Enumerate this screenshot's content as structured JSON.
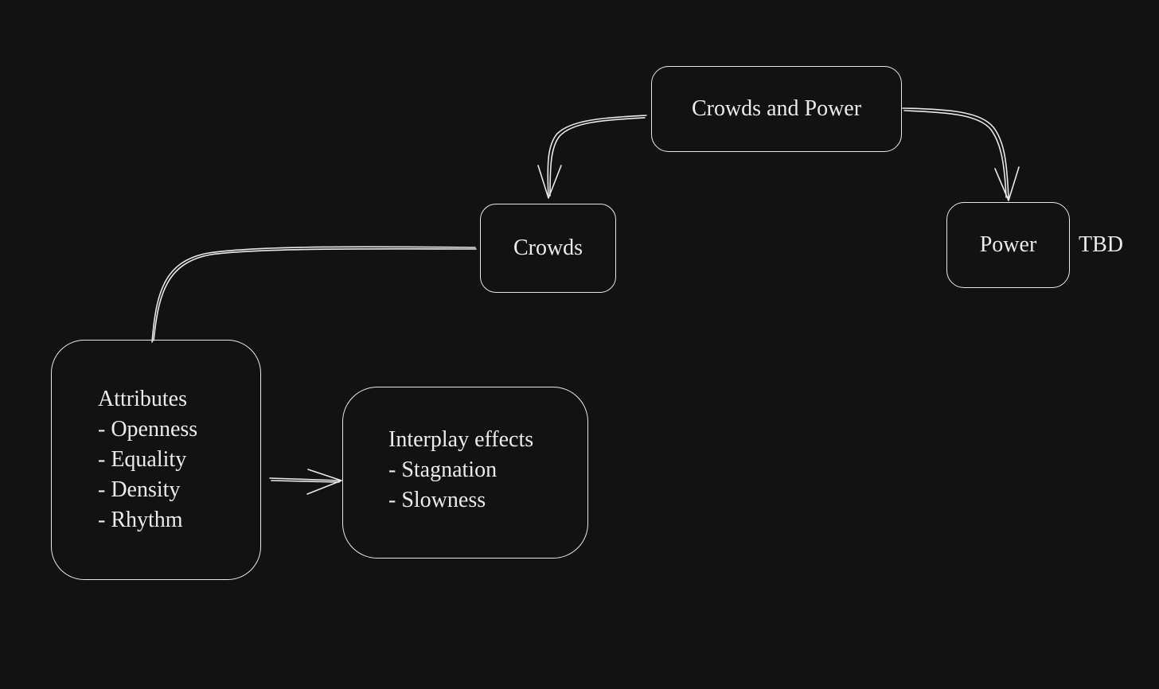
{
  "diagram": {
    "background_color": "#121212",
    "stroke_color": "#e8e8e8",
    "text_color": "#ececec",
    "nodes": {
      "root": {
        "label": "Crowds and Power"
      },
      "crowds": {
        "label": "Crowds"
      },
      "power": {
        "label": "Power"
      },
      "attributes": {
        "lines": [
          "Attributes",
          "- Openness",
          "- Equality",
          "- Density",
          "- Rhythm"
        ]
      },
      "interplay": {
        "lines": [
          "Interplay effects",
          "- Stagnation",
          "- Slowness"
        ]
      }
    },
    "annotations": {
      "power_note": "TBD"
    },
    "edges": [
      {
        "from": "root",
        "to": "crowds",
        "arrow": true
      },
      {
        "from": "root",
        "to": "power",
        "arrow": true
      },
      {
        "from": "crowds",
        "to": "attributes",
        "arrow": false
      },
      {
        "from": "attributes",
        "to": "interplay",
        "arrow": true
      }
    ]
  }
}
